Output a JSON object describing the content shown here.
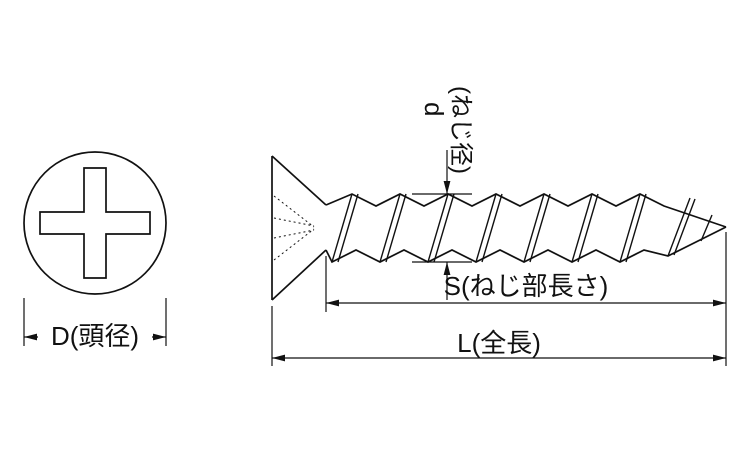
{
  "diagram": {
    "name": "countersunk-screw-dimension-diagram",
    "labels": {
      "head_diameter": "D(頭径)",
      "thread_diameter_symbol": "d",
      "thread_diameter_note": "(ねじ径)",
      "thread_length": "S(ねじ部長さ)",
      "total_length": "L(全長)"
    },
    "colors": {
      "line": "#111111",
      "background": "#ffffff"
    }
  }
}
